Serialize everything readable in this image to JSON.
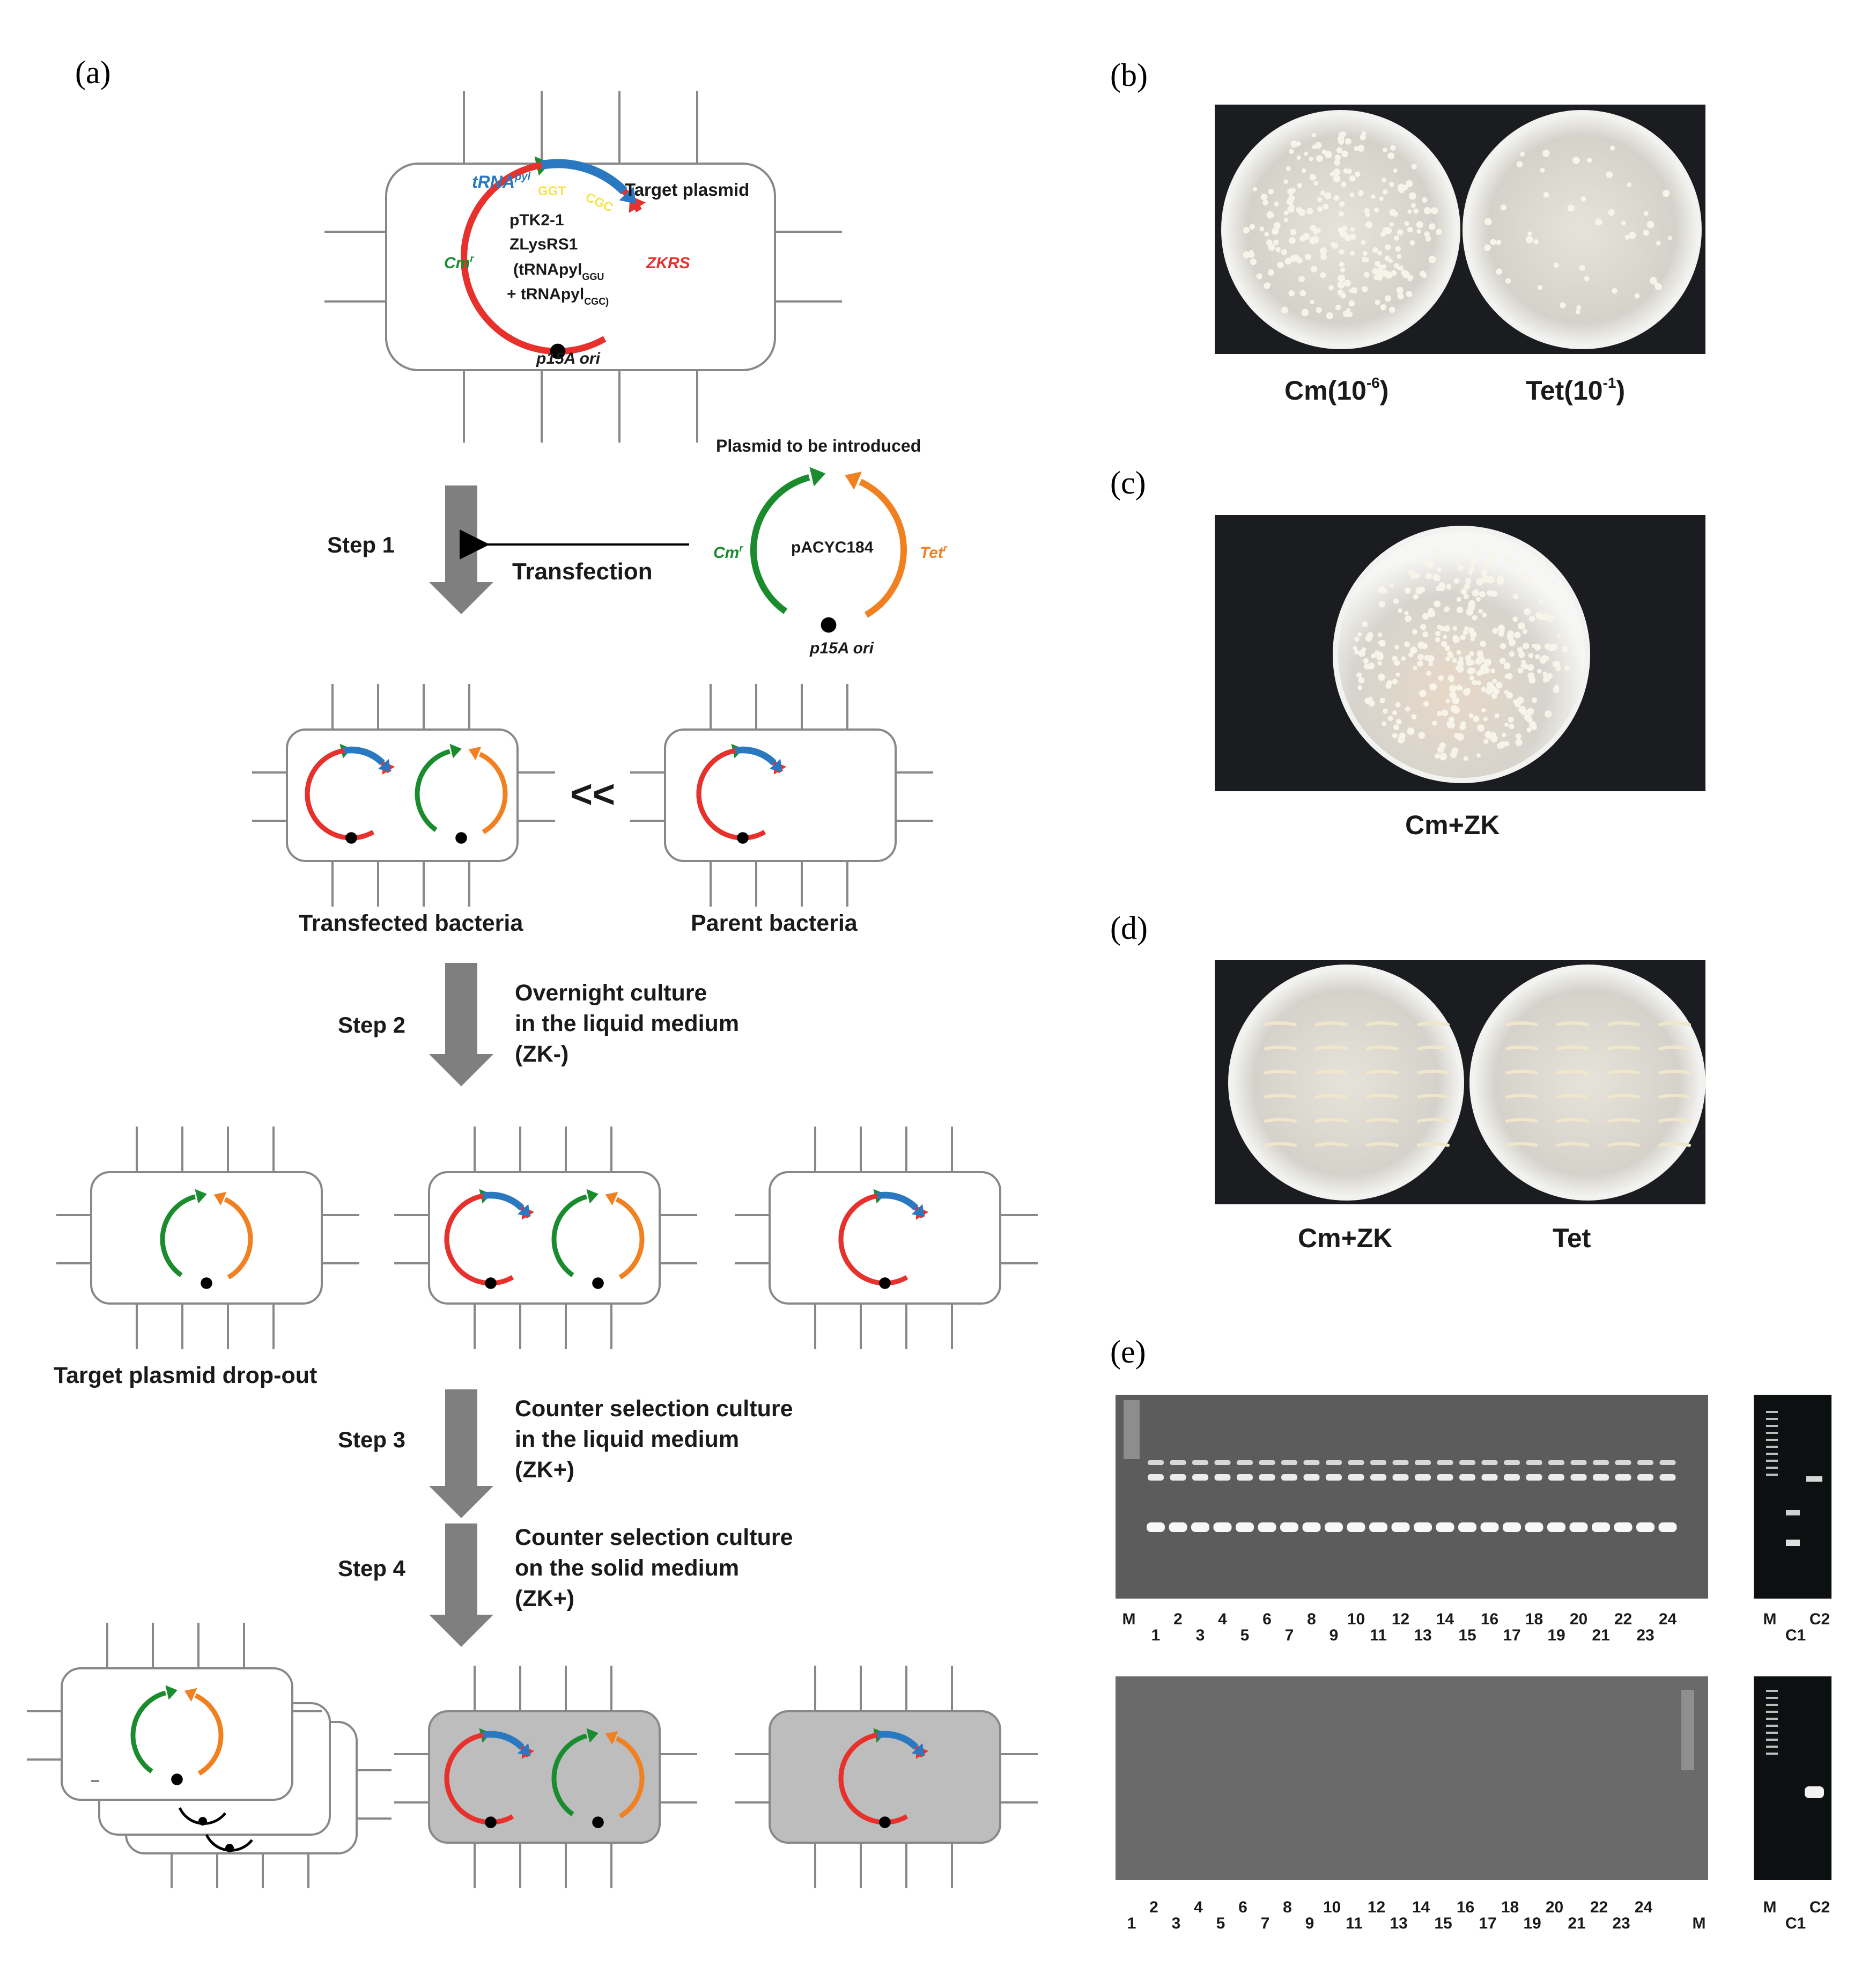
{
  "panel_a": {
    "label": "(a)",
    "target_plasmid": {
      "title": "Target plasmid",
      "name_line1": "pTK2-1",
      "name_line2": "ZLysRS1",
      "name_line3": "(tRNApyl",
      "name_line3_sub": "GGU",
      "name_line4": "+ tRNApyl",
      "name_line4_sub": "CGC)",
      "trna": "tRNA",
      "trna_sup": "pyl",
      "ggt": "GGT",
      "cgc": "CGC",
      "cm": "Cm",
      "cm_sup": "r",
      "zkrs": "ZKRS",
      "ori": "p15A ori"
    },
    "introduced_plasmid": {
      "title": "Plasmid to be introduced",
      "name": "pACYC184",
      "cm": "Cm",
      "cm_sup": "r",
      "tet": "Tet",
      "tet_sup": "r",
      "ori": "p15A ori"
    },
    "step1": "Step 1",
    "transfection": "Transfection",
    "less_than": "<<",
    "transfected_bacteria": "Transfected bacteria",
    "parent_bacteria": "Parent bacteria",
    "step2": "Step 2",
    "step2_text": [
      "Overnight culture",
      "in the liquid medium",
      "(ZK-)"
    ],
    "dropout": "Target plasmid drop-out",
    "step3": "Step 3",
    "step3_text": [
      "Counter selection culture",
      "in the liquid medium",
      "(ZK+)"
    ],
    "step4": "Step 4",
    "step4_text": [
      "Counter selection culture",
      "on the solid medium",
      "(ZK+)"
    ]
  },
  "panel_b": {
    "label": "(b)",
    "left": "Cm(10",
    "left_sup": "-6",
    "right": "Tet(10",
    "right_sup": "-1",
    "close": ")"
  },
  "panel_c": {
    "label": "(c)",
    "caption": "Cm+ZK"
  },
  "panel_d": {
    "label": "(d)",
    "left": "Cm+ZK",
    "right": "Tet"
  },
  "panel_e": {
    "label": "(e)",
    "marker": "M",
    "even_lanes": [
      "2",
      "4",
      "6",
      "8",
      "10",
      "12",
      "14",
      "16",
      "18",
      "20",
      "22",
      "24"
    ],
    "odd_lanes": [
      "1",
      "3",
      "5",
      "7",
      "9",
      "11",
      "13",
      "15",
      "17",
      "19",
      "21",
      "23"
    ],
    "controls_top": "C2",
    "controls_bottom": "C1"
  },
  "colors": {
    "green": "#1a8c2e",
    "red": "#e8302c",
    "orange": "#f08020",
    "blue": "#2a78c0",
    "arrow_gray": "#7f7f7f",
    "cell_gray": "#bdbdbd"
  }
}
